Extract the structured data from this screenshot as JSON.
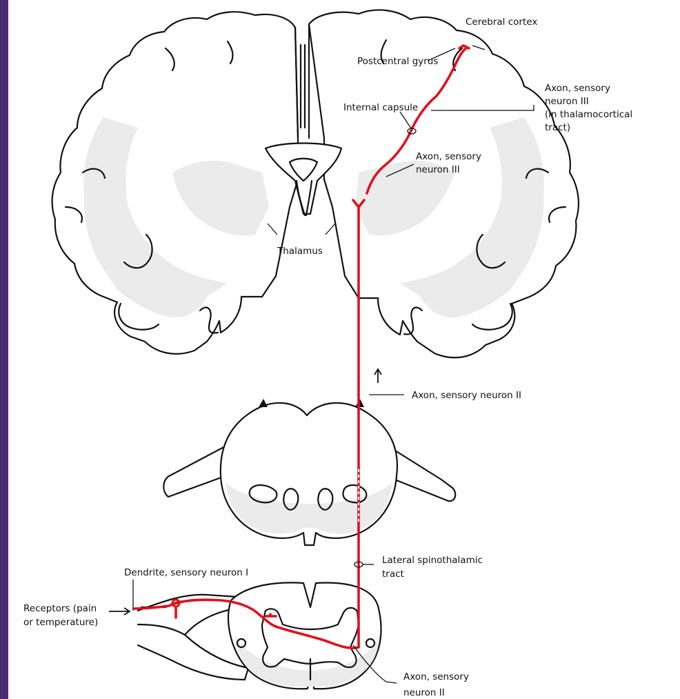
{
  "colors": {
    "frame": "#4a2a6e",
    "background": "#ffffff",
    "pathway": "#e0101c",
    "shading": "#ebebeb",
    "outline": "#111111"
  },
  "labels": {
    "cerebral_cortex": "Cerebral cortex",
    "postcentral_gyrus": "Postcentral gyrus",
    "axon_neuron_iii_tract": [
      "Axon, sensory",
      "neuron III",
      "(in thalamocortical",
      "tract)"
    ],
    "internal_capsule": "Internal capsule",
    "axon_neuron_iii": [
      "Axon, sensory",
      "neuron III"
    ],
    "thalamus": "Thalamus",
    "axon_neuron_ii_upper": "Axon, sensory neuron II",
    "lateral_spinothalamic_tract": [
      "Lateral spinothalamic",
      "tract"
    ],
    "dendrite_neuron_i": "Dendrite, sensory neuron I",
    "receptors": [
      "Receptors (pain",
      "or temperature)"
    ],
    "axon_neuron_ii_lower": [
      "Axon, sensory",
      "neuron II"
    ]
  },
  "icons": {
    "ascending_arrow": "arrow-up-icon",
    "receptor_arrow": "arrow-right-icon"
  }
}
